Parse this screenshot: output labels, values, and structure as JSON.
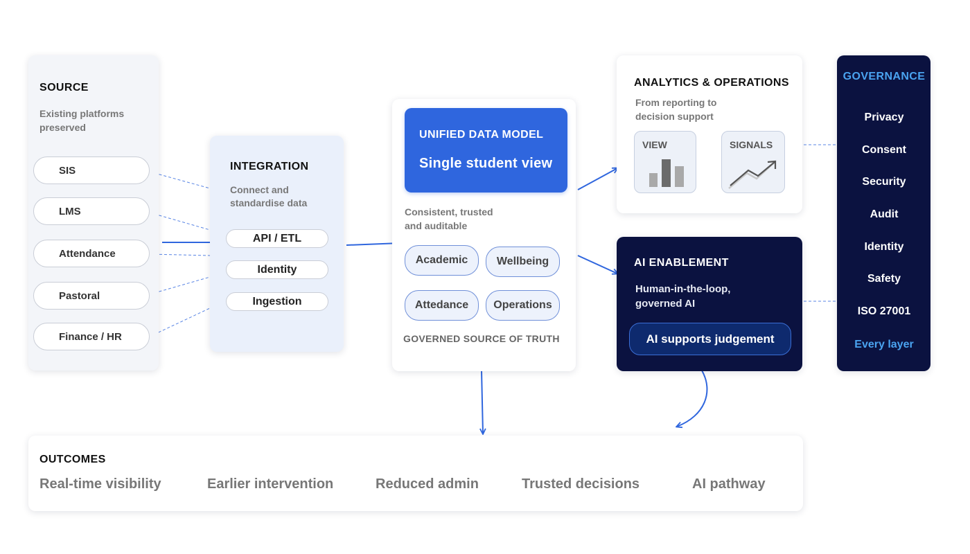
{
  "source": {
    "title": "SOURCE",
    "subtitle_line1": "Existing platforms",
    "subtitle_line2": "preserved",
    "items": [
      "SIS",
      "LMS",
      "Attendance",
      "Pastoral",
      "Finance / HR"
    ]
  },
  "integration": {
    "title": "INTEGRATION",
    "subtitle_line1": "Connect and",
    "subtitle_line2": "standardise data",
    "items": [
      "API / ETL",
      "Identity",
      "Ingestion"
    ]
  },
  "unified": {
    "title": "UNIFIED DATA MODEL",
    "headline": "Single student view",
    "subtitle_line1": "Consistent, trusted",
    "subtitle_line2": "and auditable",
    "domains": [
      "Academic",
      "Wellbeing",
      "Attedance",
      "Operations"
    ],
    "footer": "GOVERNED SOURCE OF TRUTH"
  },
  "analytics": {
    "title": "ANALYTICS & OPERATIONS",
    "subtitle_line1": "From reporting to",
    "subtitle_line2": "decision support",
    "tiles": [
      "VIEW",
      "SIGNALS"
    ]
  },
  "ai": {
    "title": "AI ENABLEMENT",
    "subtitle_line1": "Human-in-the-loop,",
    "subtitle_line2": "governed AI",
    "button": "AI supports judgement"
  },
  "governance": {
    "title": "GOVERNANCE",
    "items": [
      "Privacy",
      "Consent",
      "Security",
      "Audit",
      "Identity",
      "Safety",
      "ISO 27001"
    ],
    "footer": "Every layer"
  },
  "outcomes": {
    "title": "OUTCOMES",
    "items": [
      "Real-time visibility",
      "Earlier intervention",
      "Reduced admin",
      "Trusted decisions",
      "AI pathway"
    ]
  },
  "colors": {
    "accent_blue": "#2f66de",
    "navy": "#0b1240",
    "governance_highlight": "#4aa3f0",
    "connector": "#2f66de"
  }
}
